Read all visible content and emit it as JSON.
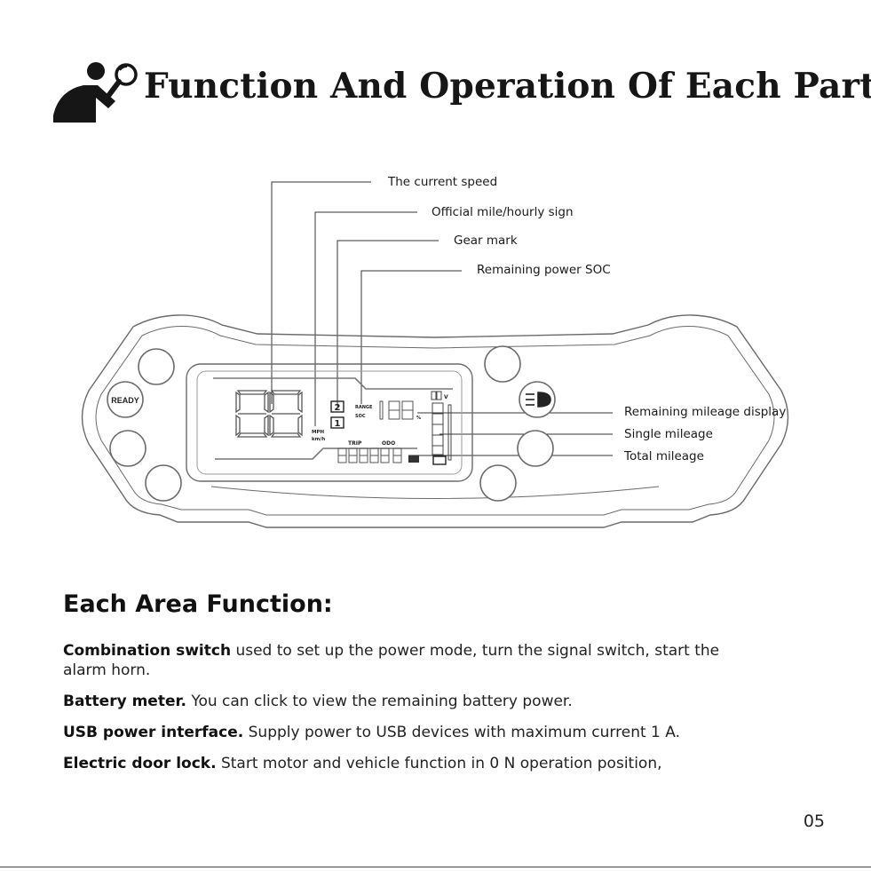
{
  "header": {
    "title": "Function And Operation Of Each Part"
  },
  "icons": {
    "header_icon": "person-magnifier-icon"
  },
  "diagram": {
    "callouts_top": [
      "The current speed",
      "Official mile/hourly sign",
      "Gear mark",
      "Remaining power SOC"
    ],
    "callouts_right": [
      "Remaining mileage display",
      "Single mileage",
      "Total mileage"
    ],
    "panel_labels": {
      "ready": "READY",
      "mph": "MPH",
      "kmh": "km/h",
      "range": "RANGE",
      "soc": "SOC",
      "trip": "TRIP",
      "odo": "ODO",
      "gear_2": "2",
      "gear_1": "1",
      "voltage": "V",
      "percent": "%"
    }
  },
  "section": {
    "heading": "Each Area Function:",
    "items": [
      {
        "term": "Combination switch",
        "text": " used to set up the power mode, turn the signal switch, start the alarm horn."
      },
      {
        "term": "Battery meter.",
        "text": " You can click to view the remaining battery power."
      },
      {
        "term": "USB power interface.",
        "text": " Supply power to USB devices with maximum current 1 A."
      },
      {
        "term": "Electric door lock.",
        "text": " Start motor and vehicle function in 0 N operation position,"
      }
    ]
  },
  "footer": {
    "page_number": "05"
  }
}
